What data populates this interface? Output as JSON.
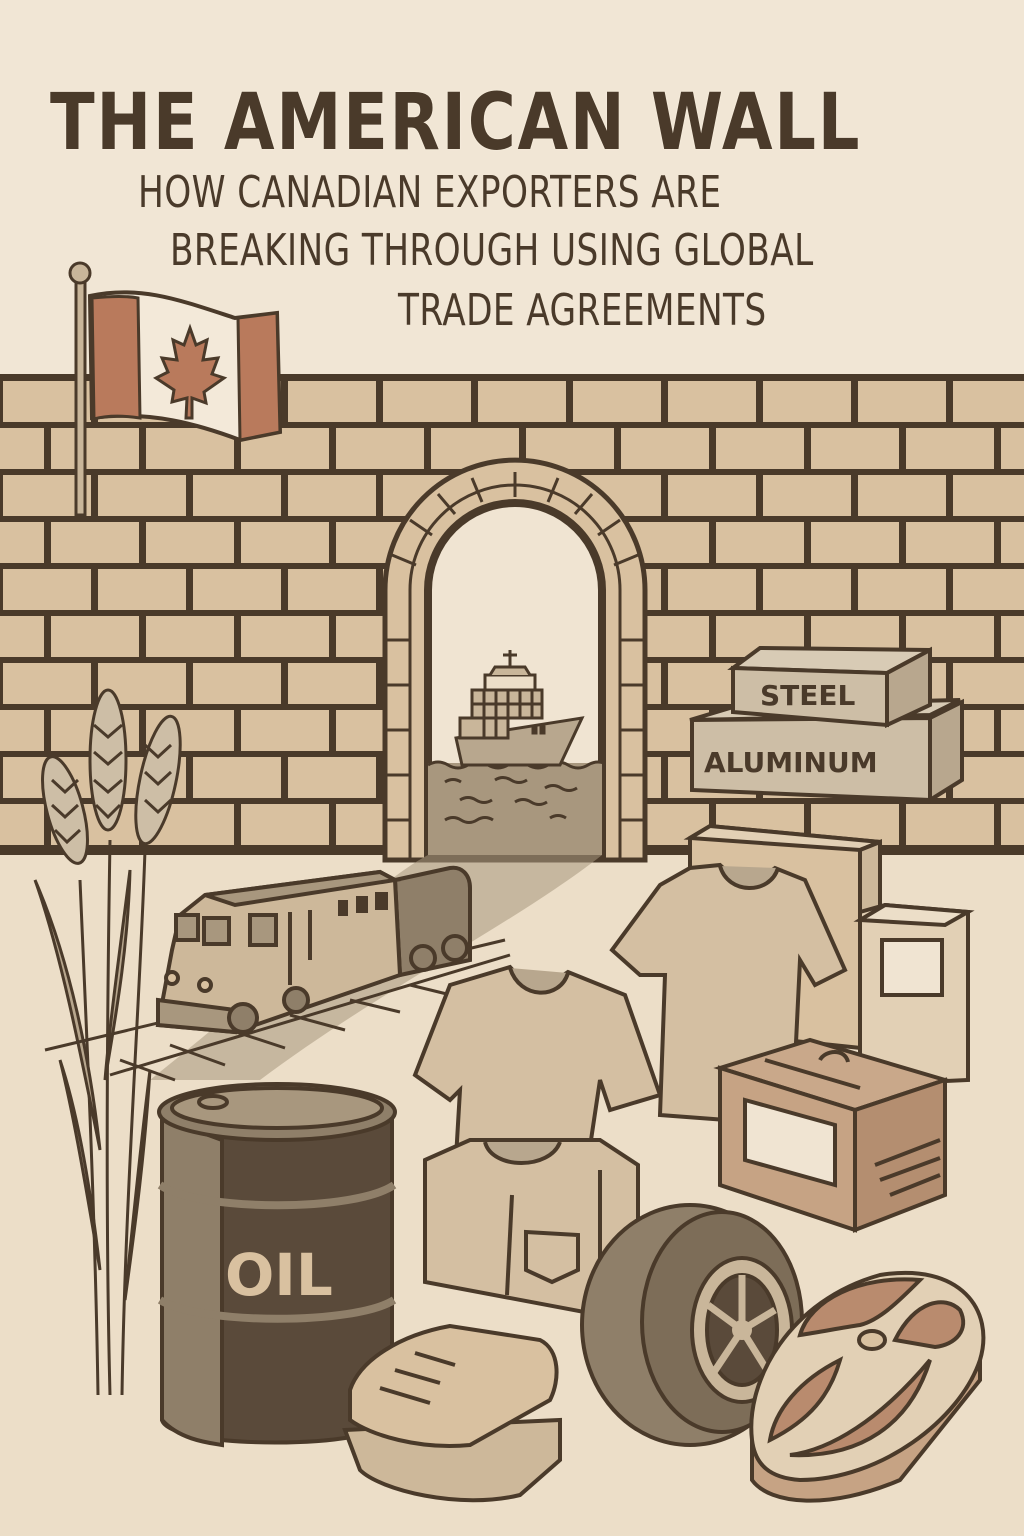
{
  "poster": {
    "title": "THE AMERICAN WALL",
    "subtitle_lines": [
      "HOW CANADIAN EXPORTERS ARE",
      "BREAKING THROUGH USING GLOBAL",
      "TRADE AGREEMENTS"
    ],
    "labels": {
      "steel": "STEEL",
      "aluminum": "ALUMINUM",
      "oil": "OIL"
    },
    "illustration_items": [
      "canada-flag",
      "brick-wall",
      "arch-gateway",
      "cargo-ship",
      "sea",
      "freight-train",
      "railway-track",
      "wheat-stalks",
      "steel-ingot",
      "aluminum-ingot",
      "oil-barrel",
      "t-shirt",
      "t-shirt",
      "folded-jacket",
      "folded-towels",
      "shipping-box",
      "shipping-box",
      "tire",
      "steak"
    ],
    "colors": {
      "background": "#ede0cb",
      "sky": "#f3e9d9",
      "brick": "#d9c1a0",
      "mortar": "#4a3a2a",
      "ink": "#4a3a2a",
      "flag_red": "#b97a5c",
      "barrel": "#5a4a3a",
      "meat": "#b98b6e"
    }
  }
}
